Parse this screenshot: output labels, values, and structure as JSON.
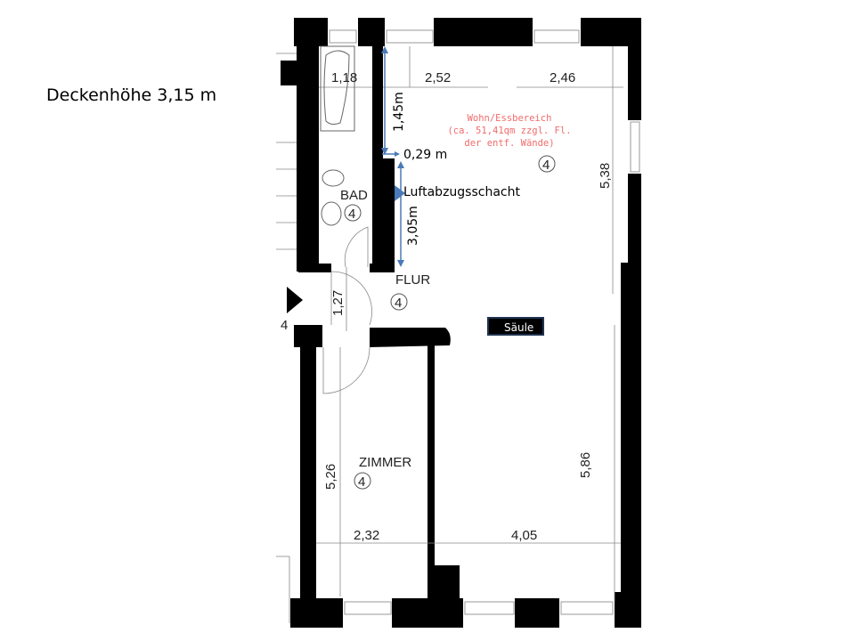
{
  "ceiling_height": "Deckenhöhe 3,15 m",
  "rooms": {
    "bath": {
      "label": "BAD",
      "number": "4"
    },
    "hall": {
      "label": "FLUR",
      "number": "4"
    },
    "room": {
      "label": "ZIMMER",
      "number": "4"
    },
    "living": {
      "number": "4",
      "title": "Wohn/Essbereich",
      "area_line": "(ca. 51,41qm zzgl. Fl.",
      "area_line2": "der entf. Wände)"
    }
  },
  "dimensions": {
    "bath_width": "1,18",
    "living_width_left": "2,52",
    "living_width_right": "2,46",
    "living_depth_top": "5,38",
    "hall_width": "1,27",
    "room_depth": "5,26",
    "living_depth_bottom": "5,86",
    "room_width": "2,32",
    "living_width_bottom": "4,05",
    "entrance_number": "4"
  },
  "annotations": {
    "wall_top_length": "1,45m",
    "shaft_depth": "0,29 m",
    "shaft_label": "Luftabzugsschacht",
    "wall_bottom_length": "3,05m",
    "column_label": "Säule"
  },
  "colors": {
    "annotation_blue": "#4a7ab8",
    "label_red": "#f26b6b",
    "column_box": "#1f3350"
  }
}
